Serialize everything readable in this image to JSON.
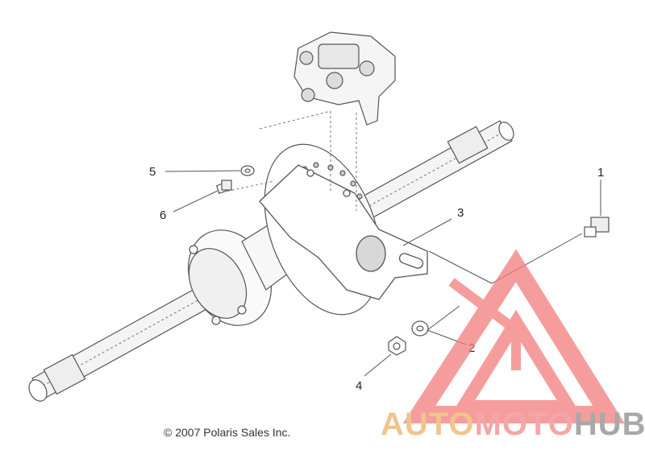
{
  "callouts": [
    "1",
    "2",
    "3",
    "4",
    "5",
    "6"
  ],
  "copyright": "© 2007 Polaris Sales Inc.",
  "watermark": {
    "auto": "AUTO",
    "moto": "MOTO",
    "hub": "HUB"
  },
  "colors": {
    "line": "#555555",
    "shade": "#cfcfcf",
    "wm_red": "#f27d7d",
    "wm_orange": "#f2c48c",
    "wm_gray": "#a8a8a8"
  }
}
